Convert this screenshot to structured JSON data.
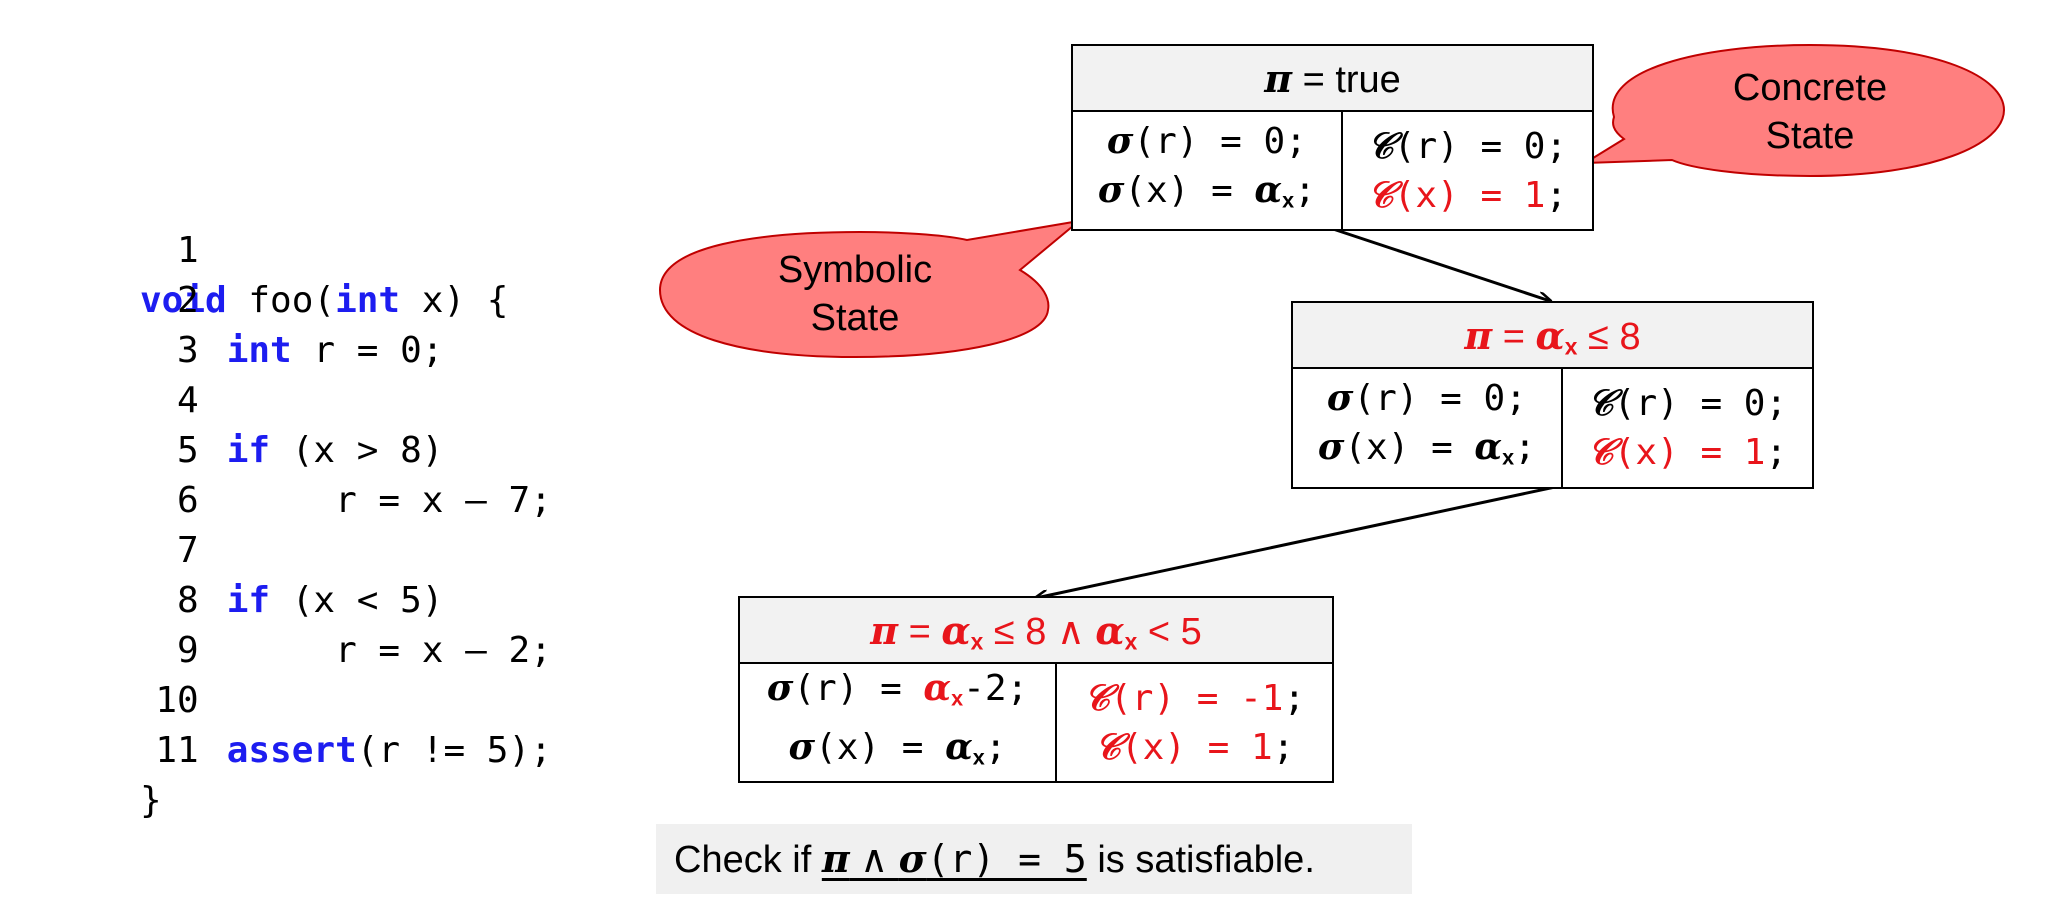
{
  "code": {
    "lines": [
      {
        "num": "1",
        "kw": "void",
        "rest": " foo(",
        "kw2": "int",
        "rest2": " x) {"
      },
      {
        "num": "2",
        "indent": "    ",
        "kw": "int",
        "rest": " r = 0;"
      },
      {
        "num": "3"
      },
      {
        "num": "4",
        "indent": "    ",
        "kw": "if",
        "rest": " (x > 8)"
      },
      {
        "num": "5",
        "indent": "         ",
        "rest": "r = x – 7;"
      },
      {
        "num": "6"
      },
      {
        "num": "7",
        "indent": "    ",
        "kw": "if",
        "rest": " (x < 5)"
      },
      {
        "num": "8",
        "indent": "         ",
        "rest": "r = x – 2;"
      },
      {
        "num": "9"
      },
      {
        "num": "10",
        "indent": "    ",
        "kw": "assert",
        "rest": "(r != 5);"
      },
      {
        "num": "11",
        "rest": "}"
      }
    ]
  },
  "states": {
    "s1": {
      "pi": {
        "sym": "π",
        "text": " = true"
      },
      "sym_r": {
        "fn": "σ",
        "text": "(r) = 0;"
      },
      "sym_x": {
        "fn": "σ",
        "text": "(x) = ",
        "alpha": "α",
        "sub": "x",
        "end": ";"
      },
      "con_r": {
        "fn": "𝒞",
        "text": "(r) = 0;"
      },
      "con_x": {
        "fn": "𝒞",
        "text": "(x) = 1",
        "end": ";"
      }
    },
    "s2": {
      "pi": {
        "sym": "π",
        "eq": " = ",
        "alpha": "α",
        "sub": "x",
        "rest": " ≤ 8"
      },
      "sym_r": {
        "fn": "σ",
        "text": "(r) = 0;"
      },
      "sym_x": {
        "fn": "σ",
        "text": "(x) = ",
        "alpha": "α",
        "sub": "x",
        "end": ";"
      },
      "con_r": {
        "fn": "𝒞",
        "text": "(r) = 0;"
      },
      "con_x": {
        "fn": "𝒞",
        "text": "(x) = 1",
        "end": ";"
      }
    },
    "s3": {
      "pi": {
        "sym": "π",
        "eq": " = ",
        "alpha": "α",
        "sub": "x",
        "mid": " ≤ 8 ∧ ",
        "alpha2": "α",
        "sub2": "x",
        "rest": " < 5"
      },
      "sym_r": {
        "fn": "σ",
        "text": "(r) = ",
        "alpha": "α",
        "sub": "x",
        "end": "-2;"
      },
      "sym_x": {
        "fn": "σ",
        "text": "(x) = ",
        "alpha": "α",
        "sub": "x",
        "end": ";"
      },
      "con_r": {
        "fn": "𝒞",
        "text": "(r) = -1",
        "end": ";"
      },
      "con_x": {
        "fn": "𝒞",
        "text": "(x) = 1",
        "end": ";"
      }
    }
  },
  "callouts": {
    "concrete": {
      "line1": "Concrete",
      "line2": "State"
    },
    "symbolic": {
      "line1": "Symbolic",
      "line2": "State"
    }
  },
  "check": {
    "prefix": "Check if ",
    "pi": "π",
    "and": " ∧ ",
    "sigma": "σ",
    "formula_rest": "(r) = 5",
    "suffix": " is satisfiable."
  },
  "colors": {
    "red": "#e8151b",
    "keyword": "#1d1df0",
    "callout_fill": "#ff7f7f",
    "callout_stroke": "#c00000",
    "header_bg": "#f2f2f2"
  }
}
